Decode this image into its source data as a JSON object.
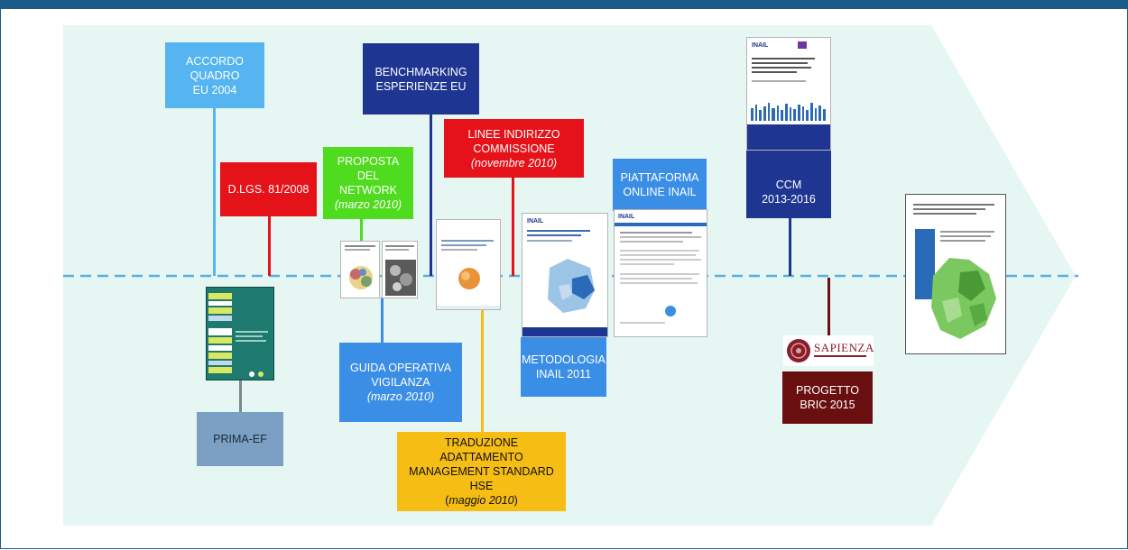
{
  "colors": {
    "banner": "#1a5b8a",
    "arrow_fill": "#e6f7f3",
    "timeline_dash": "#5aaee0",
    "light_blue": "#56b4f0",
    "navy": "#1f3592",
    "red": "#e5121a",
    "green": "#4fdc1e",
    "mid_blue": "#3b8ee6",
    "amber": "#f6bd14",
    "gray_blue": "#7ca0c4",
    "maroon": "#6a0f0f"
  },
  "boxes": {
    "accordo": {
      "line1": "ACCORDO",
      "line2": "QUADRO",
      "line3": "EU 2004"
    },
    "dlgs": {
      "label": "D.LGS. 81/2008"
    },
    "benchmarking": {
      "line1": "BENCHMARKING",
      "line2": "ESPERIENZE EU"
    },
    "proposta": {
      "line1": "PROPOSTA DEL",
      "line2": "NETWORK",
      "date": "(marzo 2010)"
    },
    "linee": {
      "line1": "LINEE INDIRIZZO",
      "line2": "COMMISSIONE",
      "date": "(novembre 2010)"
    },
    "piattaforma": {
      "line1": "PIATTAFORMA",
      "line2": "ONLINE INAIL"
    },
    "ccm": {
      "line1": "CCM",
      "line2": "2013-2016"
    },
    "prima": {
      "label": "PRIMA-EF"
    },
    "guida": {
      "line1": "GUIDA OPERATIVA",
      "line2": "VIGILANZA",
      "date": "(marzo 2010)"
    },
    "traduzione": {
      "line1": "TRADUZIONE",
      "line2": "ADATTAMENTO",
      "line3": "MANAGEMENT STANDARD",
      "line4": "HSE",
      "date_open": "(",
      "date": "maggio 2010",
      "date_close": ")"
    },
    "metodologia": {
      "line1": "METODOLOGIA",
      "line2": "INAIL 2011"
    },
    "progetto": {
      "line1": "PROGETTO",
      "line2": "BRIC 2015"
    }
  },
  "logos": {
    "inail": "INAIL",
    "sapienza": "SAPIENZA"
  }
}
